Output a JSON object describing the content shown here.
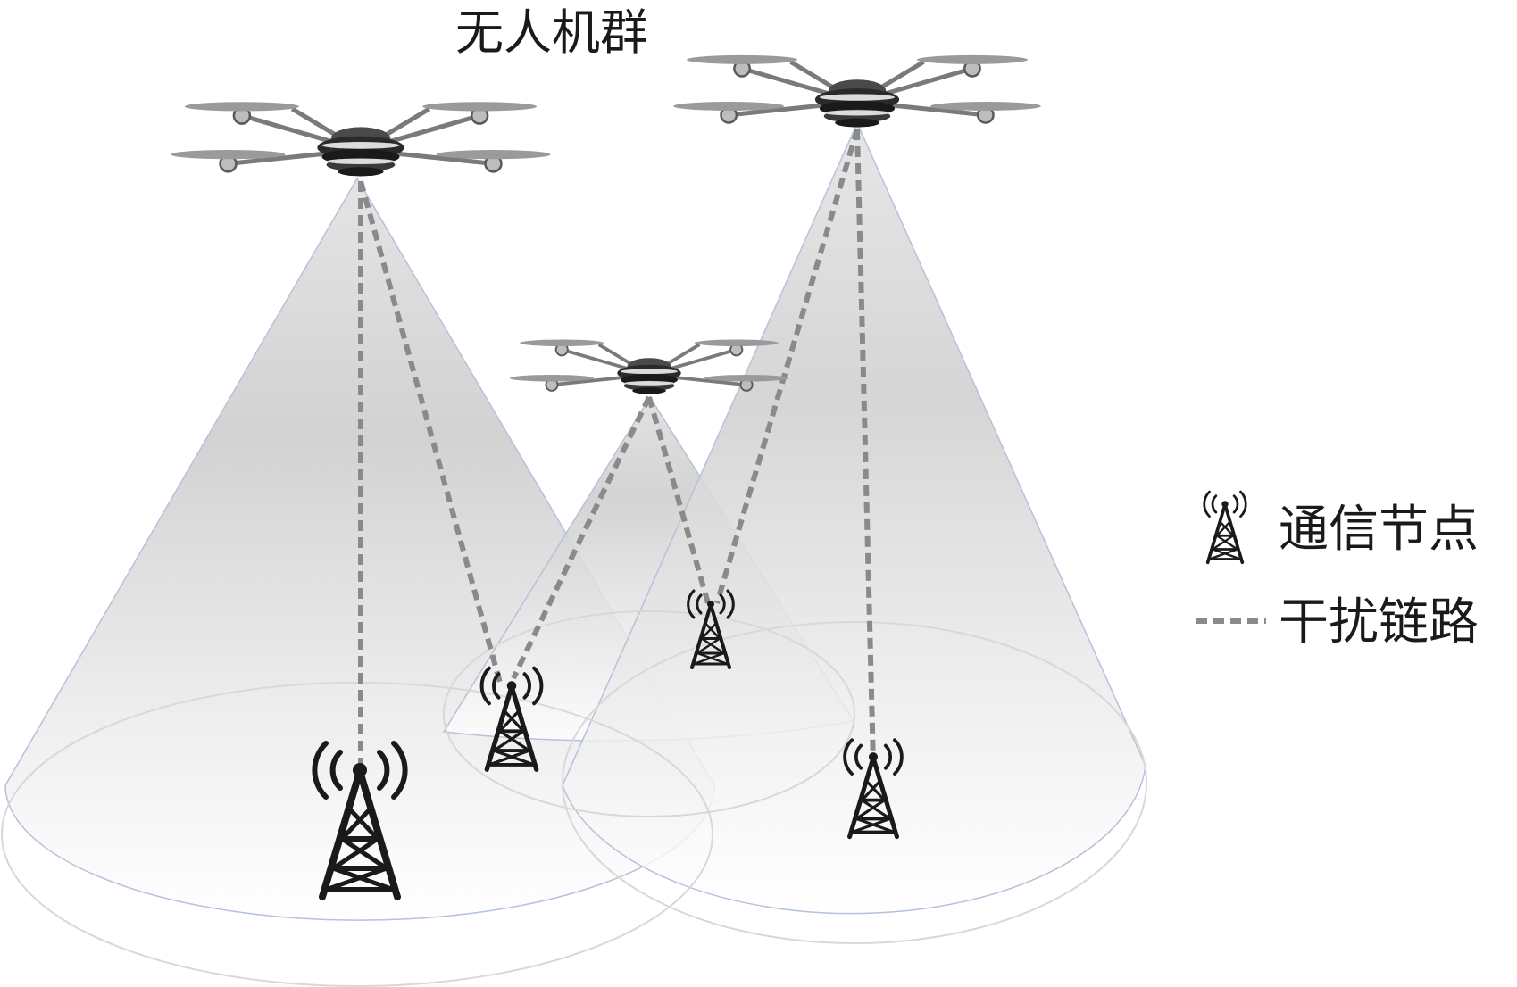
{
  "diagram": {
    "title": "无人机群",
    "legend": {
      "node_label": "通信节点",
      "link_label": "干扰链路"
    },
    "elements": {
      "drones": [
        "drone-left",
        "drone-middle",
        "drone-right"
      ],
      "nodes": [
        "node-large-left",
        "node-center-left",
        "node-center-right",
        "node-right"
      ]
    },
    "colors": {
      "cone_top": "#d4d4d4",
      "cone_bottom": "#ffffff",
      "cone_edge": "#b4c2dc",
      "ellipse_stroke": "#d8d8d8",
      "dash_link": "#8a8a8a",
      "tower": "#1a1a1a",
      "drone_body": "#2a2a2a",
      "drone_arm": "#7a7a7a"
    }
  }
}
